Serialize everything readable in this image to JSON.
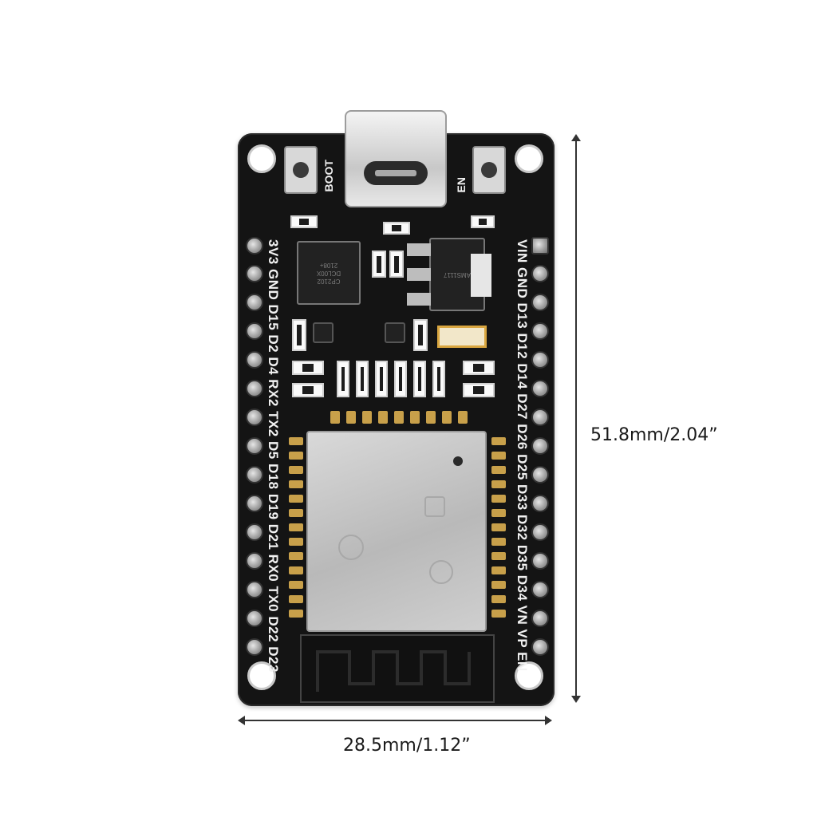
{
  "dimensions": {
    "height_label": "51.8mm/2.04”",
    "width_label": "28.5mm/1.12”"
  },
  "board": {
    "button_left_label": "BOOT",
    "button_right_label": "EN",
    "left_pins_label": "3V3 GND D15  D2  D4 RX2 TX2  D5 D18 D19 D21 RX0 TX0 D22 D23",
    "right_pins_label": "VIN GND D13 D12 D14 D27 D26 D25 D33 D32 D35 D34  VN  VP  EN",
    "chip_text": "CP2102\nDCL00X\n2108+",
    "regulator_text": "AMS1117"
  },
  "colors": {
    "pcb": "#141414",
    "silkscreen": "#f2f2f2",
    "module_shield": "#c8c8c8",
    "gold_pads": "#c8a04a"
  }
}
